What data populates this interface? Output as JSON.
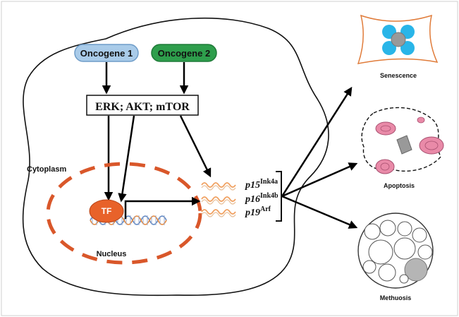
{
  "colors": {
    "oncogene1_fill": "#a9cbe9",
    "oncogene1_stroke": "#6e9cc8",
    "oncogene2_fill": "#2e9e4c",
    "oncogene2_stroke": "#1f7a38",
    "nucleus_dash": "#d9572a",
    "tf_fill": "#e8622a",
    "senescence_outline": "#e07b39",
    "senescence_nucleus": "#29b5e8",
    "apoptosis_pink": "#e98aa8",
    "gene_wave": "#f0a060",
    "dna_blue": "#5d87c4",
    "dna_orange": "#e88a3c"
  },
  "diagram": {
    "oncogene1": "Oncogene 1",
    "oncogene2": "Oncogene 2",
    "kinases": "ERK; AKT; mTOR",
    "cytoplasm": "Cytoplasm",
    "nucleus": "Nucleus",
    "tf": "TF",
    "genes": [
      {
        "name": "p15",
        "sup": "Ink4a"
      },
      {
        "name": "p16",
        "sup": "Ink4b"
      },
      {
        "name": "p19",
        "sup": "Arf"
      }
    ],
    "outcomes": {
      "senescence": "Senescence",
      "apoptosis": "Apoptosis",
      "methuosis": "Methuosis"
    }
  }
}
